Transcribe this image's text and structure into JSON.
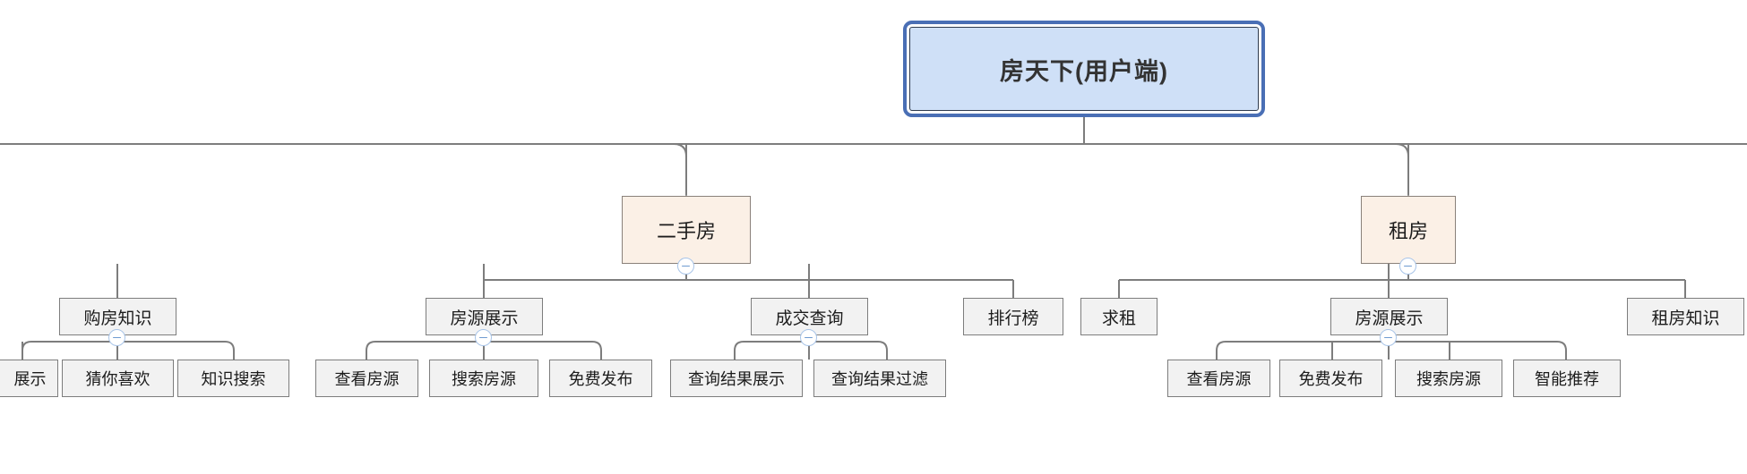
{
  "diagram": {
    "type": "tree",
    "title": "房天下(用户端)",
    "orientation": "top-down",
    "colors": {
      "root_fill": "#cfe0f7",
      "root_outer_border": "#4a6fb5",
      "root_inner_border": "#2f3b4d",
      "category_fill": "#fbf0e6",
      "category_border": "#8a817a",
      "module_fill": "#f2f2f2",
      "module_border": "#7d7d7d",
      "connector": "#7d7d7d",
      "toggle_border": "#a8c4e8",
      "toggle_glyph": "#6f9bd1",
      "background": "#ffffff"
    },
    "toggle_icon": "minus-circle-collapse"
  },
  "root": {
    "label": "房天下(用户端)"
  },
  "categories": [
    {
      "id": "ershoufang",
      "label": "二手房",
      "collapsible": true
    },
    {
      "id": "zufang",
      "label": "租房",
      "collapsible": true
    }
  ],
  "modules": [
    {
      "id": "gou-fang-zhi-shi",
      "label": "购房知识",
      "parent": "offscreen-left",
      "collapsible": true
    },
    {
      "id": "fang-yuan-zhan-shi-esf",
      "label": "房源展示",
      "parent": "ershoufang",
      "collapsible": true
    },
    {
      "id": "cheng-jiao-cha-xun",
      "label": "成交查询",
      "parent": "ershoufang",
      "collapsible": true
    },
    {
      "id": "pai-hang-bang",
      "label": "排行榜",
      "parent": "ershoufang",
      "collapsible": false
    },
    {
      "id": "qiu-zu",
      "label": "求租",
      "parent": "zufang",
      "collapsible": false
    },
    {
      "id": "fang-yuan-zhan-shi-zf",
      "label": "房源展示",
      "parent": "zufang",
      "collapsible": true
    },
    {
      "id": "zu-fang-zhi-shi",
      "label": "租房知识",
      "parent": "zufang",
      "collapsible": false
    }
  ],
  "leaves": [
    {
      "id": "leaf-zhanshi-clipped",
      "label": "展示",
      "parent": "gou-fang-zhi-shi",
      "clipped": true
    },
    {
      "id": "leaf-cainixihuan",
      "label": "猜你喜欢",
      "parent": "gou-fang-zhi-shi",
      "clipped": false
    },
    {
      "id": "leaf-zhishisousuo",
      "label": "知识搜索",
      "parent": "gou-fang-zhi-shi",
      "clipped": false
    },
    {
      "id": "leaf-chakanfangyuan-esf",
      "label": "查看房源",
      "parent": "fang-yuan-zhan-shi-esf",
      "clipped": false
    },
    {
      "id": "leaf-sousuofangyuan-esf",
      "label": "搜索房源",
      "parent": "fang-yuan-zhan-shi-esf",
      "clipped": false
    },
    {
      "id": "leaf-mianfeifabu-esf",
      "label": "免费发布",
      "parent": "fang-yuan-zhan-shi-esf",
      "clipped": false
    },
    {
      "id": "leaf-chaxunjieguozhanshi",
      "label": "查询结果展示",
      "parent": "cheng-jiao-cha-xun",
      "clipped": false
    },
    {
      "id": "leaf-chaxunjieguoguolv",
      "label": "查询结果过滤",
      "parent": "cheng-jiao-cha-xun",
      "clipped": false
    },
    {
      "id": "leaf-chakanfangyuan-zf",
      "label": "查看房源",
      "parent": "fang-yuan-zhan-shi-zf",
      "clipped": false
    },
    {
      "id": "leaf-mianfeifabu-zf",
      "label": "免费发布",
      "parent": "fang-yuan-zhan-shi-zf",
      "clipped": false
    },
    {
      "id": "leaf-sousuofangyuan-zf",
      "label": "搜索房源",
      "parent": "fang-yuan-zhan-shi-zf",
      "clipped": false
    },
    {
      "id": "leaf-zhinengtuijian",
      "label": "智能推荐",
      "parent": "fang-yuan-zhan-shi-zf",
      "clipped": false
    }
  ]
}
